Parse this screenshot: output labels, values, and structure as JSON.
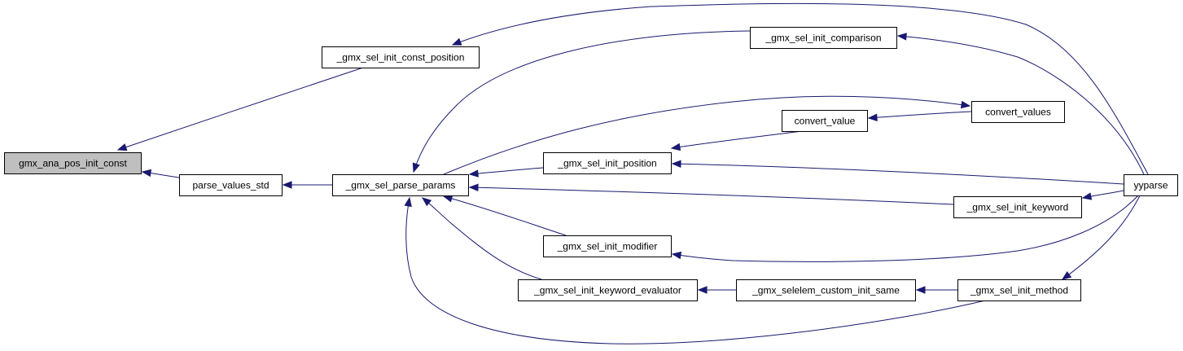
{
  "colors": {
    "edge": "#191970",
    "node_fill": "#ffffff",
    "focus_fill": "#bfbfbf",
    "node_stroke": "#000000",
    "background": "#ffffff"
  },
  "nodes": [
    {
      "id": "gmx_ana_pos_init_const",
      "label": "gmx_ana_pos_init_const",
      "highlighted": true
    },
    {
      "id": "gmx_sel_init_const_position",
      "label": "_gmx_sel_init_const_position"
    },
    {
      "id": "parse_values_std",
      "label": "parse_values_std"
    },
    {
      "id": "gmx_sel_parse_params",
      "label": "_gmx_sel_parse_params"
    },
    {
      "id": "gmx_sel_init_comparison",
      "label": "_gmx_sel_init_comparison"
    },
    {
      "id": "convert_value",
      "label": "convert_value"
    },
    {
      "id": "convert_values",
      "label": "convert_values"
    },
    {
      "id": "gmx_sel_init_position",
      "label": "_gmx_sel_init_position"
    },
    {
      "id": "yyparse",
      "label": "yyparse"
    },
    {
      "id": "gmx_sel_init_keyword",
      "label": "_gmx_sel_init_keyword"
    },
    {
      "id": "gmx_sel_init_modifier",
      "label": "_gmx_sel_init_modifier"
    },
    {
      "id": "gmx_sel_init_keyword_evaluator",
      "label": "_gmx_sel_init_keyword_evaluator"
    },
    {
      "id": "gmx_selelem_custom_init_same",
      "label": "_gmx_selelem_custom_init_same"
    },
    {
      "id": "gmx_sel_init_method",
      "label": "_gmx_sel_init_method"
    }
  ],
  "edges": [
    {
      "from": "gmx_sel_init_const_position",
      "to": "gmx_ana_pos_init_const"
    },
    {
      "from": "parse_values_std",
      "to": "gmx_ana_pos_init_const"
    },
    {
      "from": "gmx_sel_parse_params",
      "to": "parse_values_std"
    },
    {
      "from": "yyparse",
      "to": "gmx_sel_init_const_position"
    },
    {
      "from": "gmx_sel_init_comparison",
      "to": "gmx_sel_parse_params"
    },
    {
      "from": "yyparse",
      "to": "gmx_sel_init_comparison"
    },
    {
      "from": "gmx_sel_parse_params",
      "to": "convert_values"
    },
    {
      "from": "convert_values",
      "to": "convert_value"
    },
    {
      "from": "convert_value",
      "to": "gmx_sel_init_position"
    },
    {
      "from": "gmx_sel_init_position",
      "to": "gmx_sel_parse_params"
    },
    {
      "from": "yyparse",
      "to": "gmx_sel_init_position"
    },
    {
      "from": "gmx_sel_init_keyword",
      "to": "gmx_sel_parse_params"
    },
    {
      "from": "yyparse",
      "to": "gmx_sel_init_keyword"
    },
    {
      "from": "gmx_sel_init_modifier",
      "to": "gmx_sel_parse_params"
    },
    {
      "from": "yyparse",
      "to": "gmx_sel_init_modifier"
    },
    {
      "from": "gmx_sel_init_keyword_evaluator",
      "to": "gmx_sel_parse_params"
    },
    {
      "from": "gmx_selelem_custom_init_same",
      "to": "gmx_sel_init_keyword_evaluator"
    },
    {
      "from": "gmx_sel_init_method",
      "to": "gmx_selelem_custom_init_same"
    },
    {
      "from": "gmx_sel_init_method",
      "to": "gmx_sel_parse_params"
    },
    {
      "from": "yyparse",
      "to": "gmx_sel_init_method"
    }
  ]
}
